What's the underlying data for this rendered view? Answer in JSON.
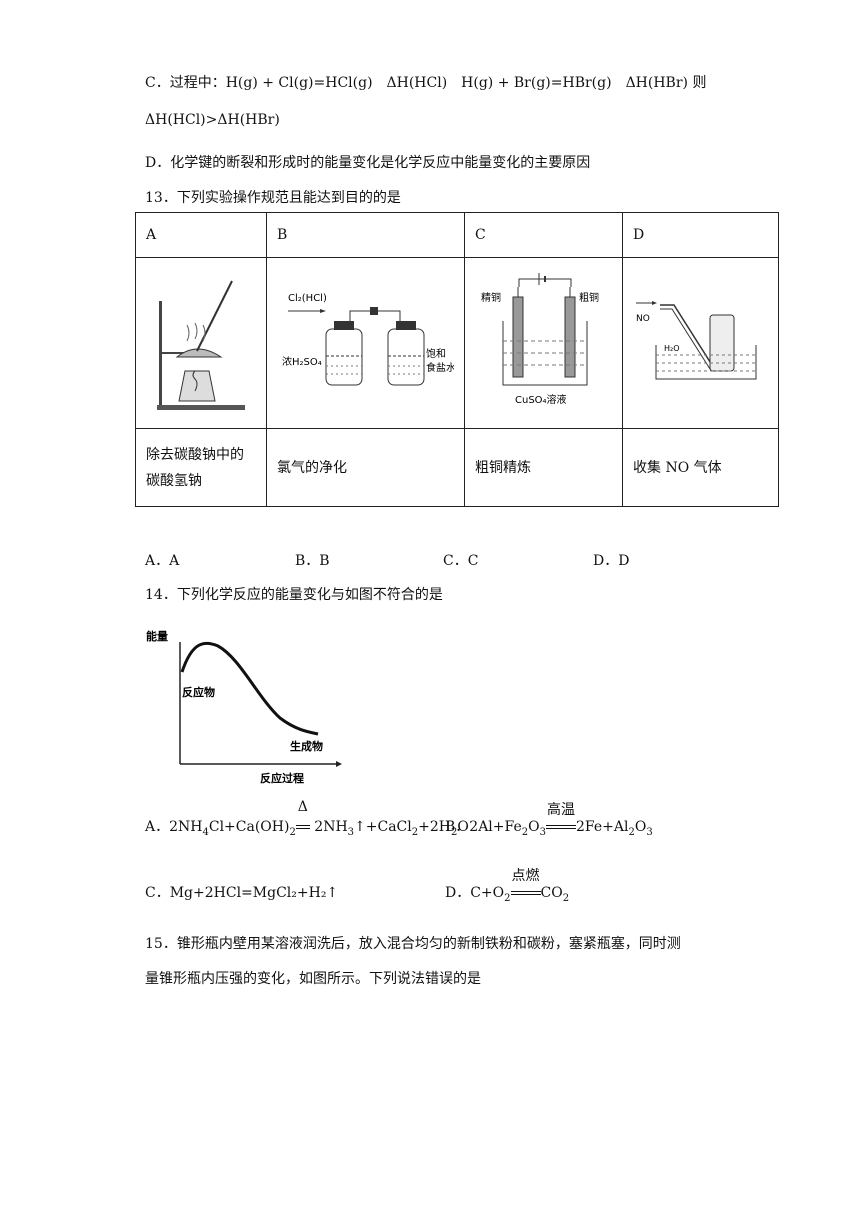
{
  "q12": {
    "optC_line1": "C．过程中：H(g) + Cl(g)=HCl(g)　ΔH(HCl)　H(g) + Br(g)=HBr(g)　ΔH(HBr) 则",
    "optC_line2": "ΔH(HCl)>ΔH(HBr)",
    "optD": "D．化学键的断裂和形成时的能量变化是化学反应中能量变化的主要原因"
  },
  "q13": {
    "stem": "13．下列实验操作规范且能达到目的的是",
    "headers": [
      "A",
      "B",
      "C",
      "D"
    ],
    "captions": [
      "除去碳酸钠中的碳酸氢钠",
      "氯气的净化",
      "粗铜精炼",
      "收集 NO 气体"
    ],
    "figB": {
      "gas": "Cl₂(HCl)",
      "left_label": "浓H₂SO₄",
      "right_label_1": "饱和",
      "right_label_2": "食盐水"
    },
    "figC": {
      "left_label": "精铜",
      "right_label": "粗铜",
      "solution": "CuSO₄溶液"
    },
    "figD": {
      "gas": "NO",
      "water": "H₂O"
    },
    "options": [
      "A．A",
      "B．B",
      "C．C",
      "D．D"
    ]
  },
  "q14": {
    "stem": "14．下列化学反应的能量变化与如图不符合的是",
    "chart": {
      "ylabel": "能量",
      "xlabel": "反应过程",
      "reactant": "反应物",
      "product": "生成物"
    },
    "optA": {
      "prefix": "A．2NH",
      "c1": "Cl+Ca(OH)",
      "arrow_top": "Δ",
      "right": "2NH",
      "right2": "↑+CaCl",
      "right3": "+2H",
      "right4": "O"
    },
    "optB": {
      "prefix": "B．2Al+Fe",
      "mid": "O",
      "arrow_top": "高温",
      "right": "2Fe+Al",
      "right2": "O"
    },
    "optC": "C．Mg+2HCl=MgCl₂+H₂↑",
    "optD": {
      "prefix": "D．C+O",
      "arrow_top": "点燃",
      "right": "CO"
    }
  },
  "q15": {
    "line1": "15．锥形瓶内壁用某溶液润洗后，放入混合均匀的新制铁粉和碳粉，塞紧瓶塞，同时测",
    "line2": "量锥形瓶内压强的变化，如图所示。下列说法错误的是"
  }
}
